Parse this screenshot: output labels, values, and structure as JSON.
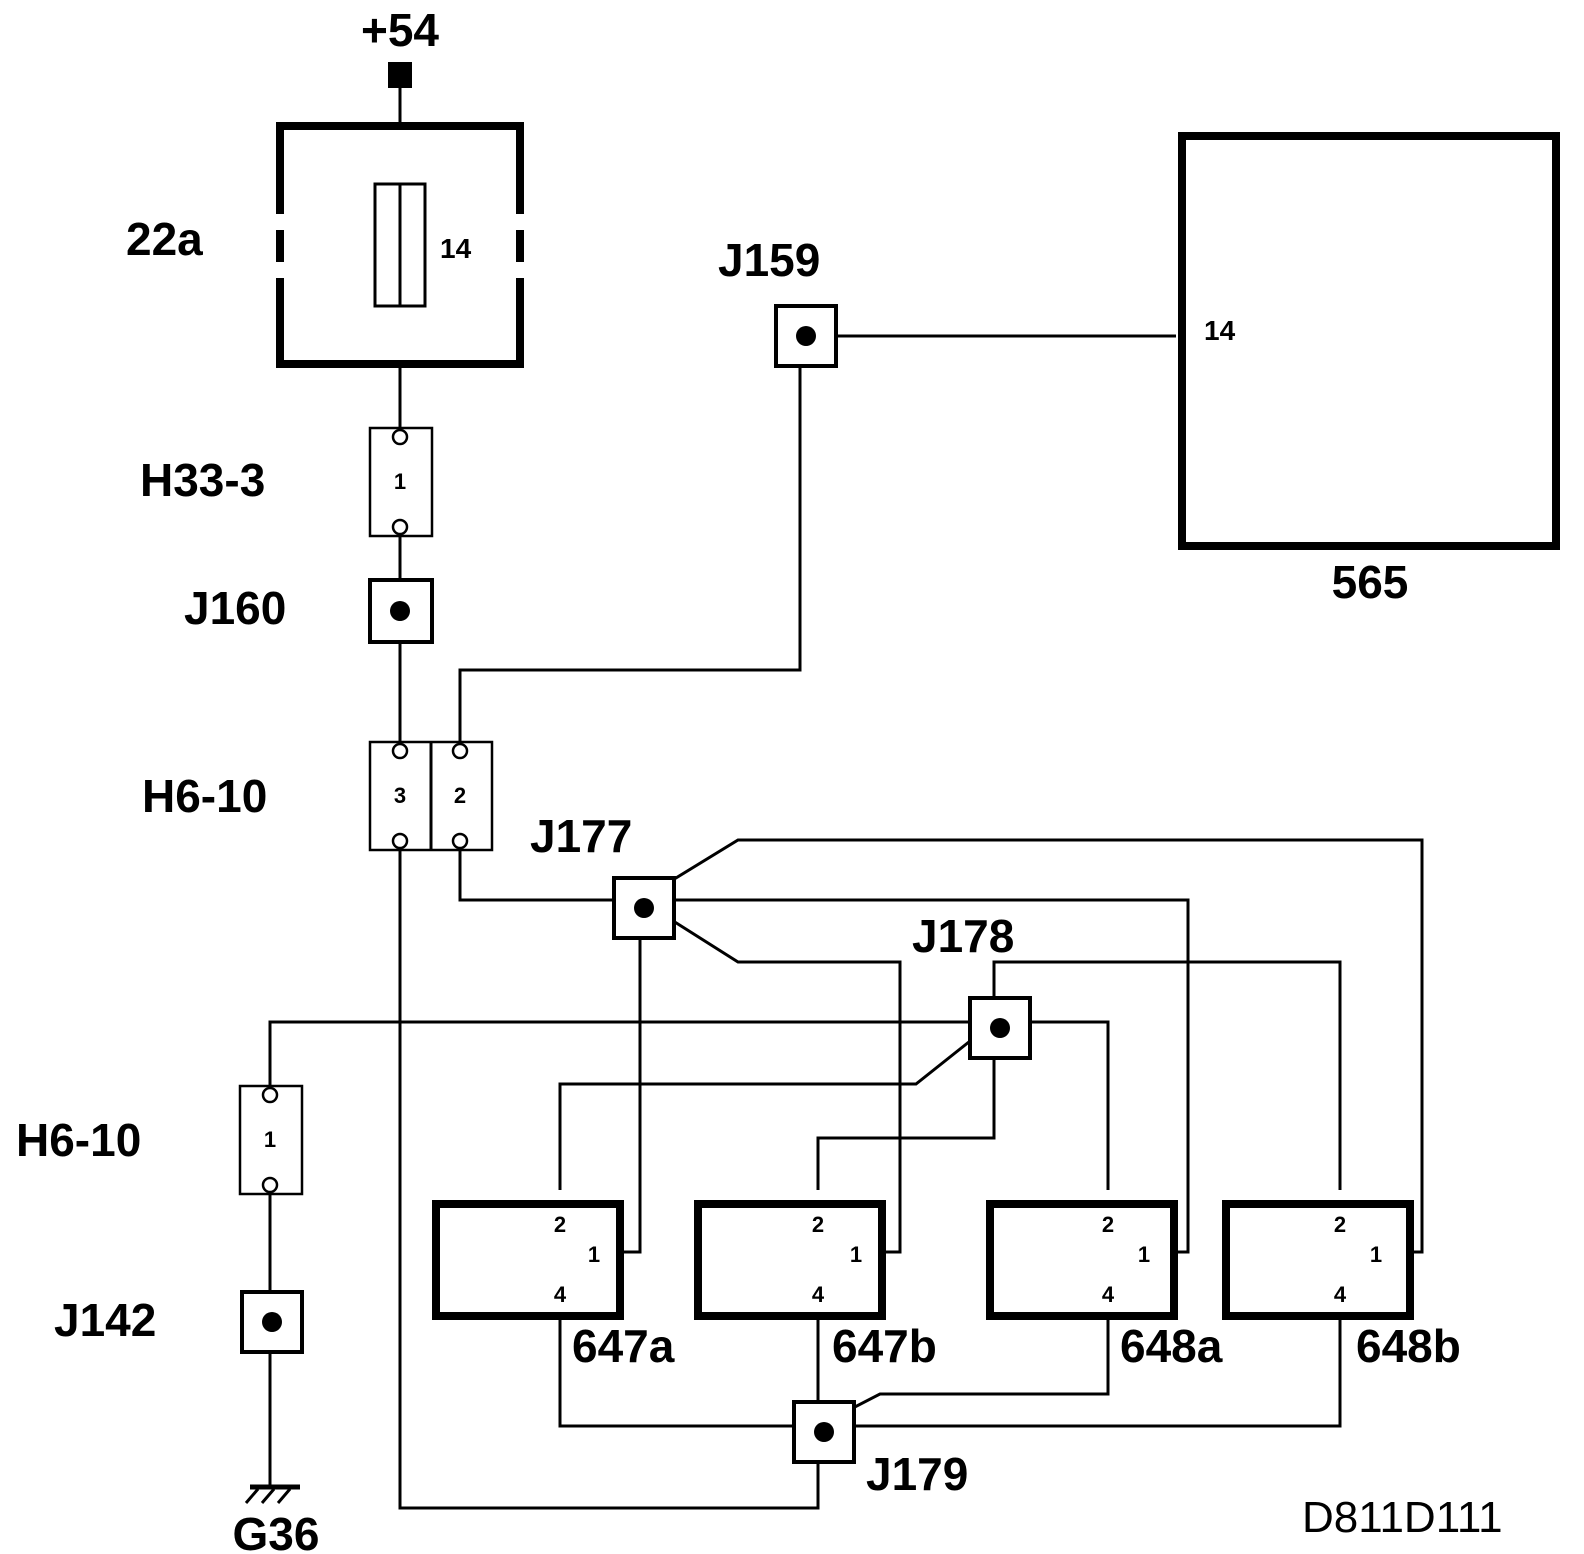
{
  "diagram": {
    "code": "D811D111",
    "supply": "+54",
    "ground": "G36",
    "fuse": {
      "name": "22a",
      "pin": "14"
    },
    "module": {
      "name": "565",
      "pin": "14"
    },
    "connectors": {
      "h33": {
        "name": "H33-3",
        "pin": "1"
      },
      "h6_top": {
        "name": "H6-10",
        "pin_a": "3",
        "pin_b": "2"
      },
      "h6_bottom": {
        "name": "H6-10",
        "pin": "1"
      }
    },
    "junctions": {
      "j159": "J159",
      "j160": "J160",
      "j177": "J177",
      "j178": "J178",
      "j179": "J179",
      "j142": "J142"
    },
    "relays": [
      {
        "name": "647a",
        "pin2": "2",
        "pin1": "1",
        "pin4": "4"
      },
      {
        "name": "647b",
        "pin2": "2",
        "pin1": "1",
        "pin4": "4"
      },
      {
        "name": "648a",
        "pin2": "2",
        "pin1": "1",
        "pin4": "4"
      },
      {
        "name": "648b",
        "pin2": "2",
        "pin1": "1",
        "pin4": "4"
      }
    ]
  }
}
